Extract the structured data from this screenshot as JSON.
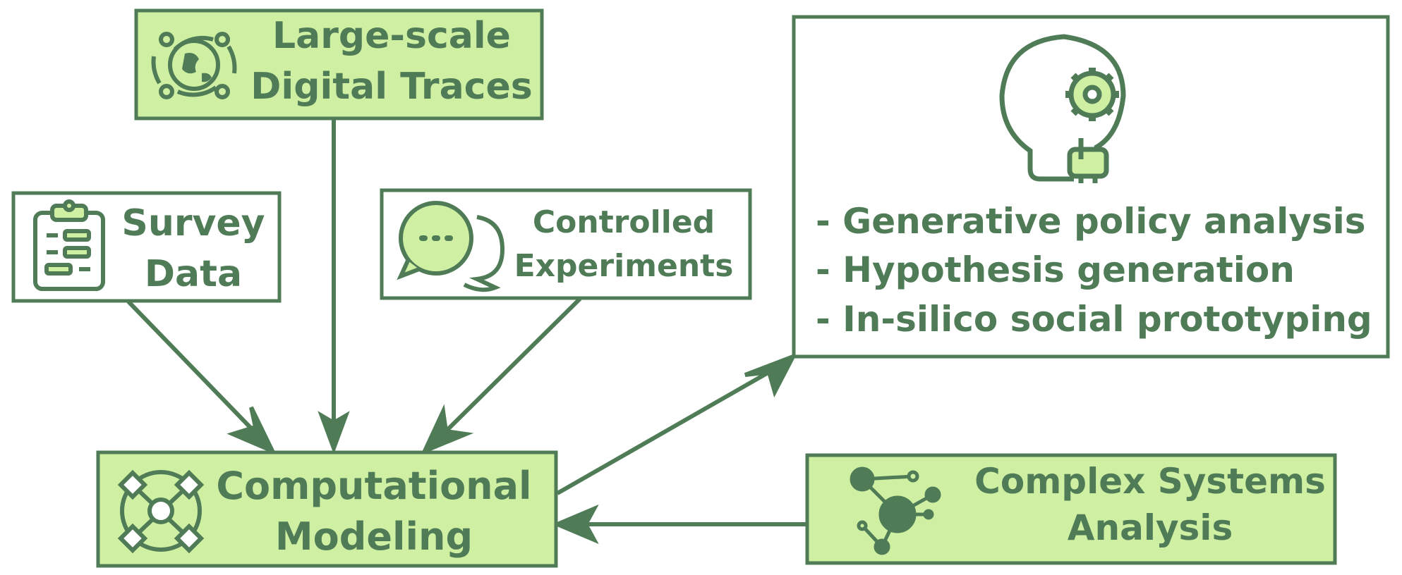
{
  "colors": {
    "stroke": "#4f7c57",
    "fill_green": "#cfefa2",
    "fill_white": "#ffffff"
  },
  "nodes": {
    "digital_traces": {
      "line1": "Large-scale",
      "line2": "Digital Traces",
      "icon": "globe-orbit-icon"
    },
    "survey_data": {
      "line1": "Survey",
      "line2": "Data",
      "icon": "clipboard-icon"
    },
    "controlled_experiments": {
      "line1": "Controlled",
      "line2": "Experiments",
      "icon": "chat-bubbles-icon"
    },
    "computational_modeling": {
      "line1": "Computational",
      "line2": "Modeling",
      "icon": "network-nodes-icon"
    },
    "complex_systems": {
      "line1": "Complex Systems",
      "line2": "Analysis",
      "icon": "molecule-graph-icon"
    },
    "applications": {
      "icon": "lightbulb-gear-icon",
      "items": [
        "- Generative policy analysis",
        "- Hypothesis generation",
        "- In-silico social prototyping"
      ]
    }
  },
  "edges": [
    {
      "from": "survey_data",
      "to": "computational_modeling"
    },
    {
      "from": "digital_traces",
      "to": "computational_modeling"
    },
    {
      "from": "controlled_experiments",
      "to": "computational_modeling"
    },
    {
      "from": "computational_modeling",
      "to": "applications"
    },
    {
      "from": "complex_systems",
      "to": "computational_modeling"
    }
  ]
}
